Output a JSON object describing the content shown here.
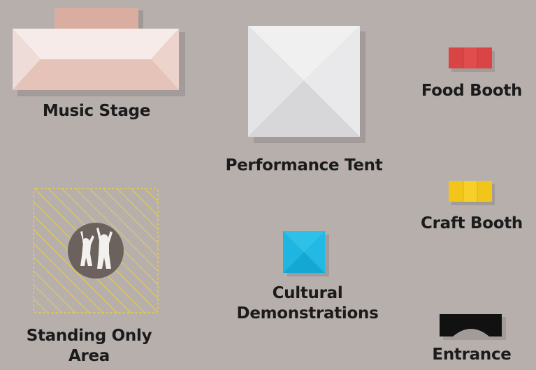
{
  "legend": {
    "music_stage": {
      "label": "Music Stage",
      "icon": "music-stage-roof-icon",
      "color": "#e9cbc3"
    },
    "performance_tent": {
      "label": "Performance Tent",
      "icon": "tent-roof-icon",
      "color": "#e6e6e8"
    },
    "food_booth": {
      "label": "Food Booth",
      "icon": "food-booth-icon",
      "color": "#d94545"
    },
    "craft_booth": {
      "label": "Craft Booth",
      "icon": "craft-booth-icon",
      "color": "#f2c51a"
    },
    "standing_area": {
      "label_line1": "Standing Only",
      "label_line2": "Area",
      "icon": "crowd-icon",
      "color": "#f2d23a"
    },
    "cultural_demos": {
      "label_line1": "Cultural",
      "label_line2": "Demonstrations",
      "icon": "pyramid-roof-icon",
      "color": "#1bb8e5"
    },
    "entrance": {
      "label": "Entrance",
      "icon": "entrance-arch-icon",
      "color": "#111111"
    }
  }
}
